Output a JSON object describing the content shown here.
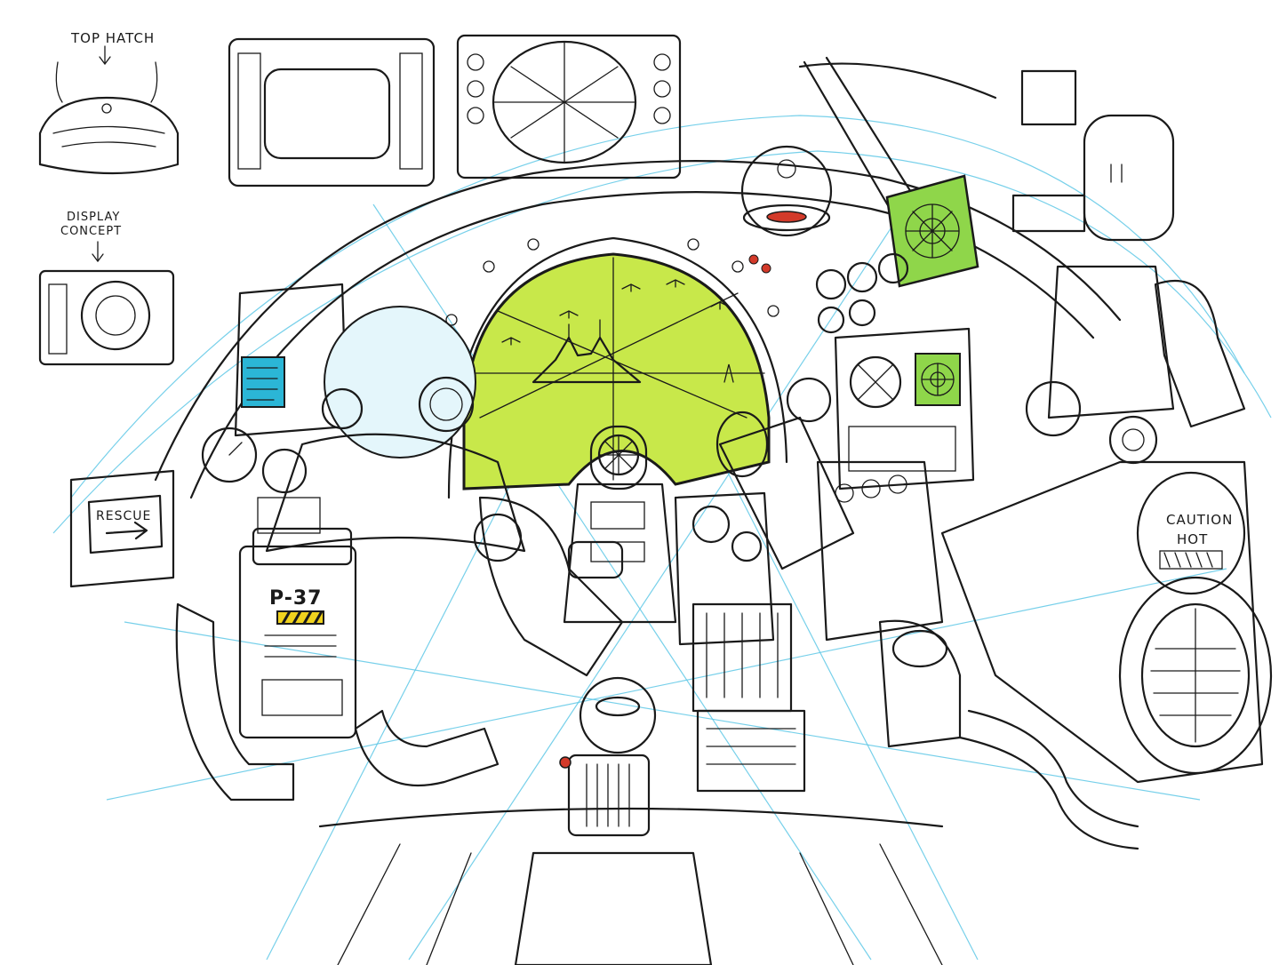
{
  "annotations": {
    "top_hatch": "TOP HATCH",
    "display_concept_line1": "DISPLAY",
    "display_concept_line2": "CONCEPT"
  },
  "signs": {
    "rescue": "RESCUE",
    "caution_line1": "CAUTION",
    "caution_line2": "HOT",
    "backpack_id": "P-37"
  },
  "colors": {
    "ink": "#1a1a1a",
    "linework_blue": "#5fc8e6",
    "viewport_green": "#c8e84a",
    "radar_green": "#8fd64a",
    "screen_cyan": "#2bb6d6",
    "warning_yellow": "#f0d21e",
    "indicator_red": "#d33a2a",
    "paper": "#ffffff"
  }
}
